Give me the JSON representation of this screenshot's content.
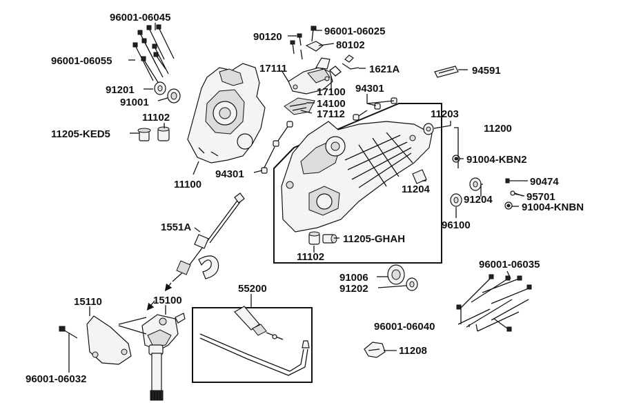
{
  "labels": {
    "l_96001_06045": "96001-06045",
    "l_96001_06055": "96001-06055",
    "l_91201": "91201",
    "l_91001": "91001",
    "l_11102_a": "11102",
    "l_11205_ked5": "11205-KED5",
    "l_11100": "11100",
    "l_94301_a": "94301",
    "l_90120": "90120",
    "l_96001_06025": "96001-06025",
    "l_80102": "80102",
    "l_17111": "17111",
    "l_1621a": "1621A",
    "l_17100": "17100",
    "l_14100": "14100",
    "l_17112": "17112",
    "l_94301_b": "94301",
    "l_94591": "94591",
    "l_11203": "11203",
    "l_11200": "11200",
    "l_91004_kbn2": "91004-KBN2",
    "l_90474": "90474",
    "l_95701": "95701",
    "l_91204": "91204",
    "l_91004_knbn": "91004-KNBN",
    "l_11204": "11204",
    "l_96100": "96100",
    "l_11205_ghah": "11205-GHAH",
    "l_11102_b": "11102",
    "l_1551a": "1551A",
    "l_91006": "91006",
    "l_91202": "91202",
    "l_96001_06035": "96001-06035",
    "l_55200": "55200",
    "l_15110": "15110",
    "l_15100": "15100",
    "l_96001_06040": "96001-06040",
    "l_11208": "11208",
    "l_96001_06032": "96001-06032"
  },
  "colors": {
    "ink": "#111111",
    "part_fill": "#f4f4f4",
    "part_shade": "#dcdcdc",
    "background": "#ffffff"
  }
}
